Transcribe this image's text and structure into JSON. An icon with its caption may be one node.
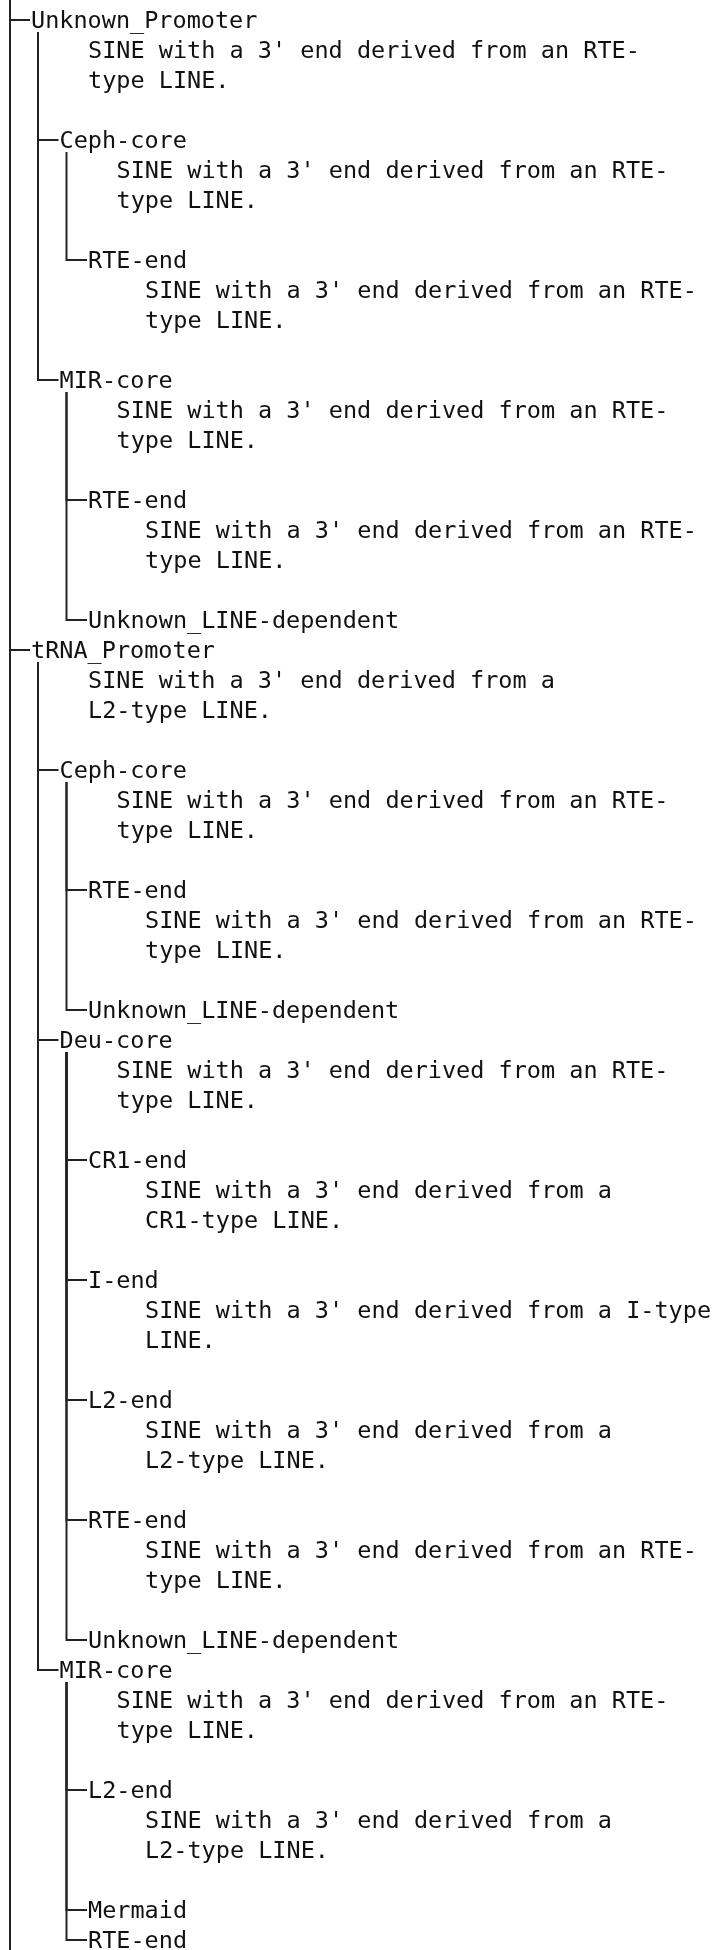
{
  "diagram": {
    "nodes": [
      {
        "text": [
          "Unknown_Promoter",
          "SINE with a 3' end derived from an RTE-type LINE."
        ]
      },
      {
        "text": [
          "Ceph-core",
          "SINE with a 3' end derived from an RTE-type LINE."
        ]
      },
      {
        "text": [
          "RTE-end",
          "SINE with a 3' end derived from an RTE-type LINE."
        ]
      },
      {
        "text": [
          "MIR-core",
          "SINE with a 3' end derived from an RTE-type LINE."
        ]
      },
      {
        "text": [
          "RTE-end",
          "SINE with a 3' end derived from an RTE-type LINE."
        ]
      },
      {
        "text": [
          "Unknown_LINE-dependent"
        ]
      },
      {
        "text": [
          "tRNA_Promoter",
          "SINE with a 3' end derived from a L2-type LINE."
        ]
      },
      {
        "text": [
          "Ceph-core",
          "SINE with a 3' end derived from an RTE-type LINE."
        ]
      },
      {
        "text": [
          "RTE-end",
          "SINE with a 3' end derived from an RTE-type LINE."
        ]
      },
      {
        "text": [
          "Unknown_LINE-dependent"
        ]
      },
      {
        "text": [
          "Deu-core",
          "SINE with a 3' end derived from an RTE-type LINE."
        ]
      },
      {
        "text": [
          "CR1-end",
          "SINE with a 3' end derived from a CR1-type LINE."
        ]
      },
      {
        "text": [
          "I-end",
          "SINE with a 3' end derived from a I-type LINE."
        ]
      },
      {
        "text": [
          "L2-end",
          "SINE with a 3' end derived from a L2-type LINE."
        ]
      },
      {
        "text": [
          "RTE-end",
          "SINE with a 3' end derived from an RTE-type LINE."
        ]
      },
      {
        "text": [
          "Unknown_LINE-dependent"
        ]
      },
      {
        "text": [
          "MIR-core",
          "SINE with a 3' end derived from an RTE-type LINE."
        ]
      },
      {
        "text": [
          "L2-end",
          "SINE with a 3' end derived from a L2-type LINE."
        ]
      },
      {
        "text": [
          "Mermaid"
        ]
      },
      {
        "text": [
          "RTE-end"
        ]
      },
      {
        "text": [],
        "shape": "bar"
      }
    ],
    "edges": [
      {
        "from": 20,
        "to": 0,
        "arrow": "none"
      },
      {
        "from": 0,
        "to": 1,
        "arrow": "none"
      },
      {
        "from": 1,
        "to": 2,
        "arrow": "none"
      },
      {
        "from": 0,
        "to": 3,
        "arrow": "none"
      },
      {
        "from": 3,
        "to": 4,
        "arrow": "none"
      },
      {
        "from": 3,
        "to": 5,
        "arrow": "none"
      },
      {
        "from": 20,
        "to": 6,
        "arrow": "none"
      },
      {
        "from": 6,
        "to": 7,
        "arrow": "none"
      },
      {
        "from": 7,
        "to": 8,
        "arrow": "none"
      },
      {
        "from": 7,
        "to": 9,
        "arrow": "none"
      },
      {
        "from": 6,
        "to": 10,
        "arrow": "none"
      },
      {
        "from": 10,
        "to": 11,
        "arrow": "none"
      },
      {
        "from": 10,
        "to": 12,
        "arrow": "none"
      },
      {
        "from": 10,
        "to": 13,
        "arrow": "none"
      },
      {
        "from": 10,
        "to": 14,
        "arrow": "none"
      },
      {
        "from": 10,
        "to": 15,
        "arrow": "none"
      },
      {
        "from": 6,
        "to": 16,
        "arrow": "none"
      },
      {
        "from": 16,
        "to": 17,
        "arrow": "none"
      },
      {
        "from": 16,
        "to": 18,
        "arrow": "none"
      },
      {
        "from": 16,
        "to": 19,
        "arrow": "none"
      }
    ]
  }
}
